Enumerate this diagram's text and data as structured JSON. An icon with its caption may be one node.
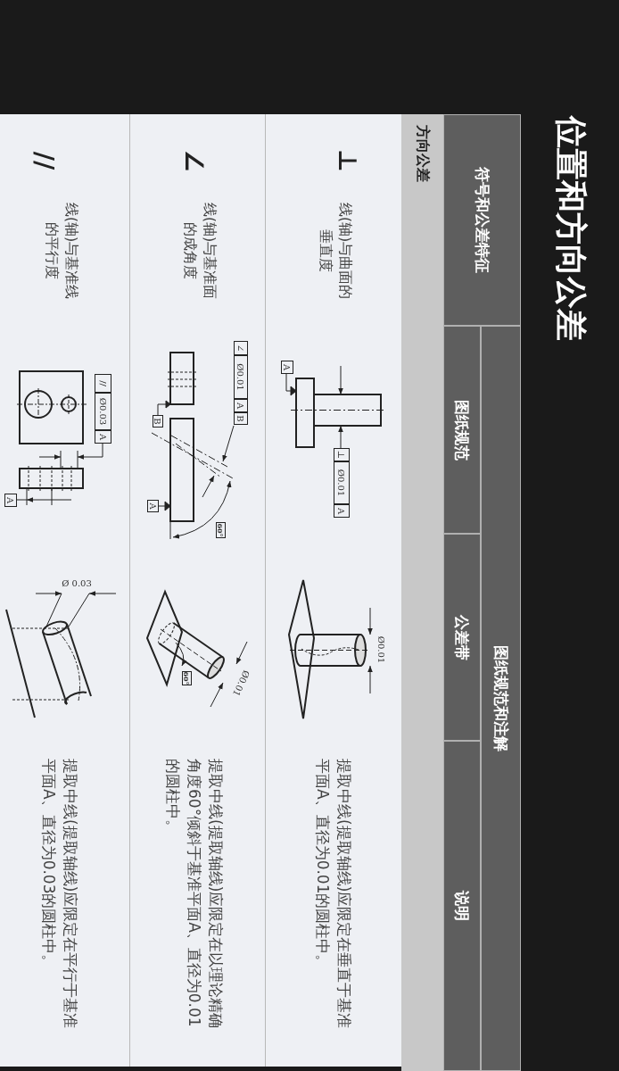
{
  "diagram": {
    "title": "位置和方向公差",
    "nodes": [
      {
        "text": [
          "符号和公差特征"
        ]
      },
      {
        "text": [
          "图纸规范和注解"
        ]
      },
      {
        "text": [
          "图纸规范"
        ]
      },
      {
        "text": [
          "公差带"
        ]
      },
      {
        "text": [
          "说明"
        ]
      },
      {
        "text": [
          "方向公差"
        ]
      }
    ],
    "labels": [
      "⊥",
      "线(轴)与曲面的垂直度",
      "A",
      "⊥",
      "Ø0.01",
      "A",
      "Ø0.01",
      "提取中线(提取轴线)应限定在垂直于基准平面A、直径为0.01的圆柱中。",
      "∠",
      "线(轴)与基准面的成角度",
      "∠",
      "Ø0.01",
      "A",
      "B",
      "B",
      "A",
      "60°",
      "Ø0.01",
      "60°",
      "提取中线(提取轴线)应限定在以理论精确角度60°倾斜于基准平面A、直径为0.01的圆柱中。",
      "//",
      "线(轴)与基准线的平行度",
      "//",
      "Ø0.03",
      "A",
      "A",
      "Ø 0.03",
      "提取中线(提取轴线)应限定在平行于基准平面A、直径为0.03的圆柱中。"
    ]
  }
}
